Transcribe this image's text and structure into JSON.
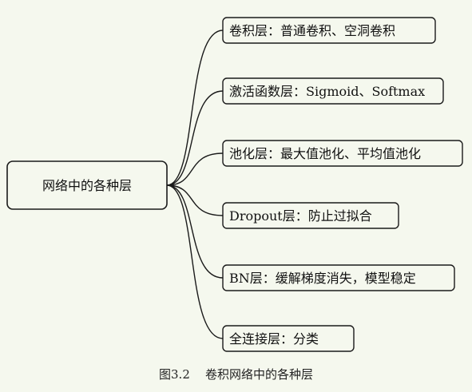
{
  "diagram": {
    "root": {
      "label": "网络中的各种层"
    },
    "branches": [
      {
        "label": "卷积层：普通卷积、空洞卷积"
      },
      {
        "label": "激活函数层：Sigmoid、Softmax"
      },
      {
        "label": "池化层：最大值池化、平均值池化"
      },
      {
        "label": "Dropout层：防止过拟合"
      },
      {
        "label": "BN层：缓解梯度消失，模型稳定"
      },
      {
        "label": "全连接层：分类"
      }
    ]
  },
  "caption": {
    "number": "图3.2",
    "text": "卷积网络中的各种层"
  },
  "colors": {
    "background": "#f5f8ee",
    "stroke": "#1a1a1a",
    "node_fill": "#f5f8ee"
  }
}
